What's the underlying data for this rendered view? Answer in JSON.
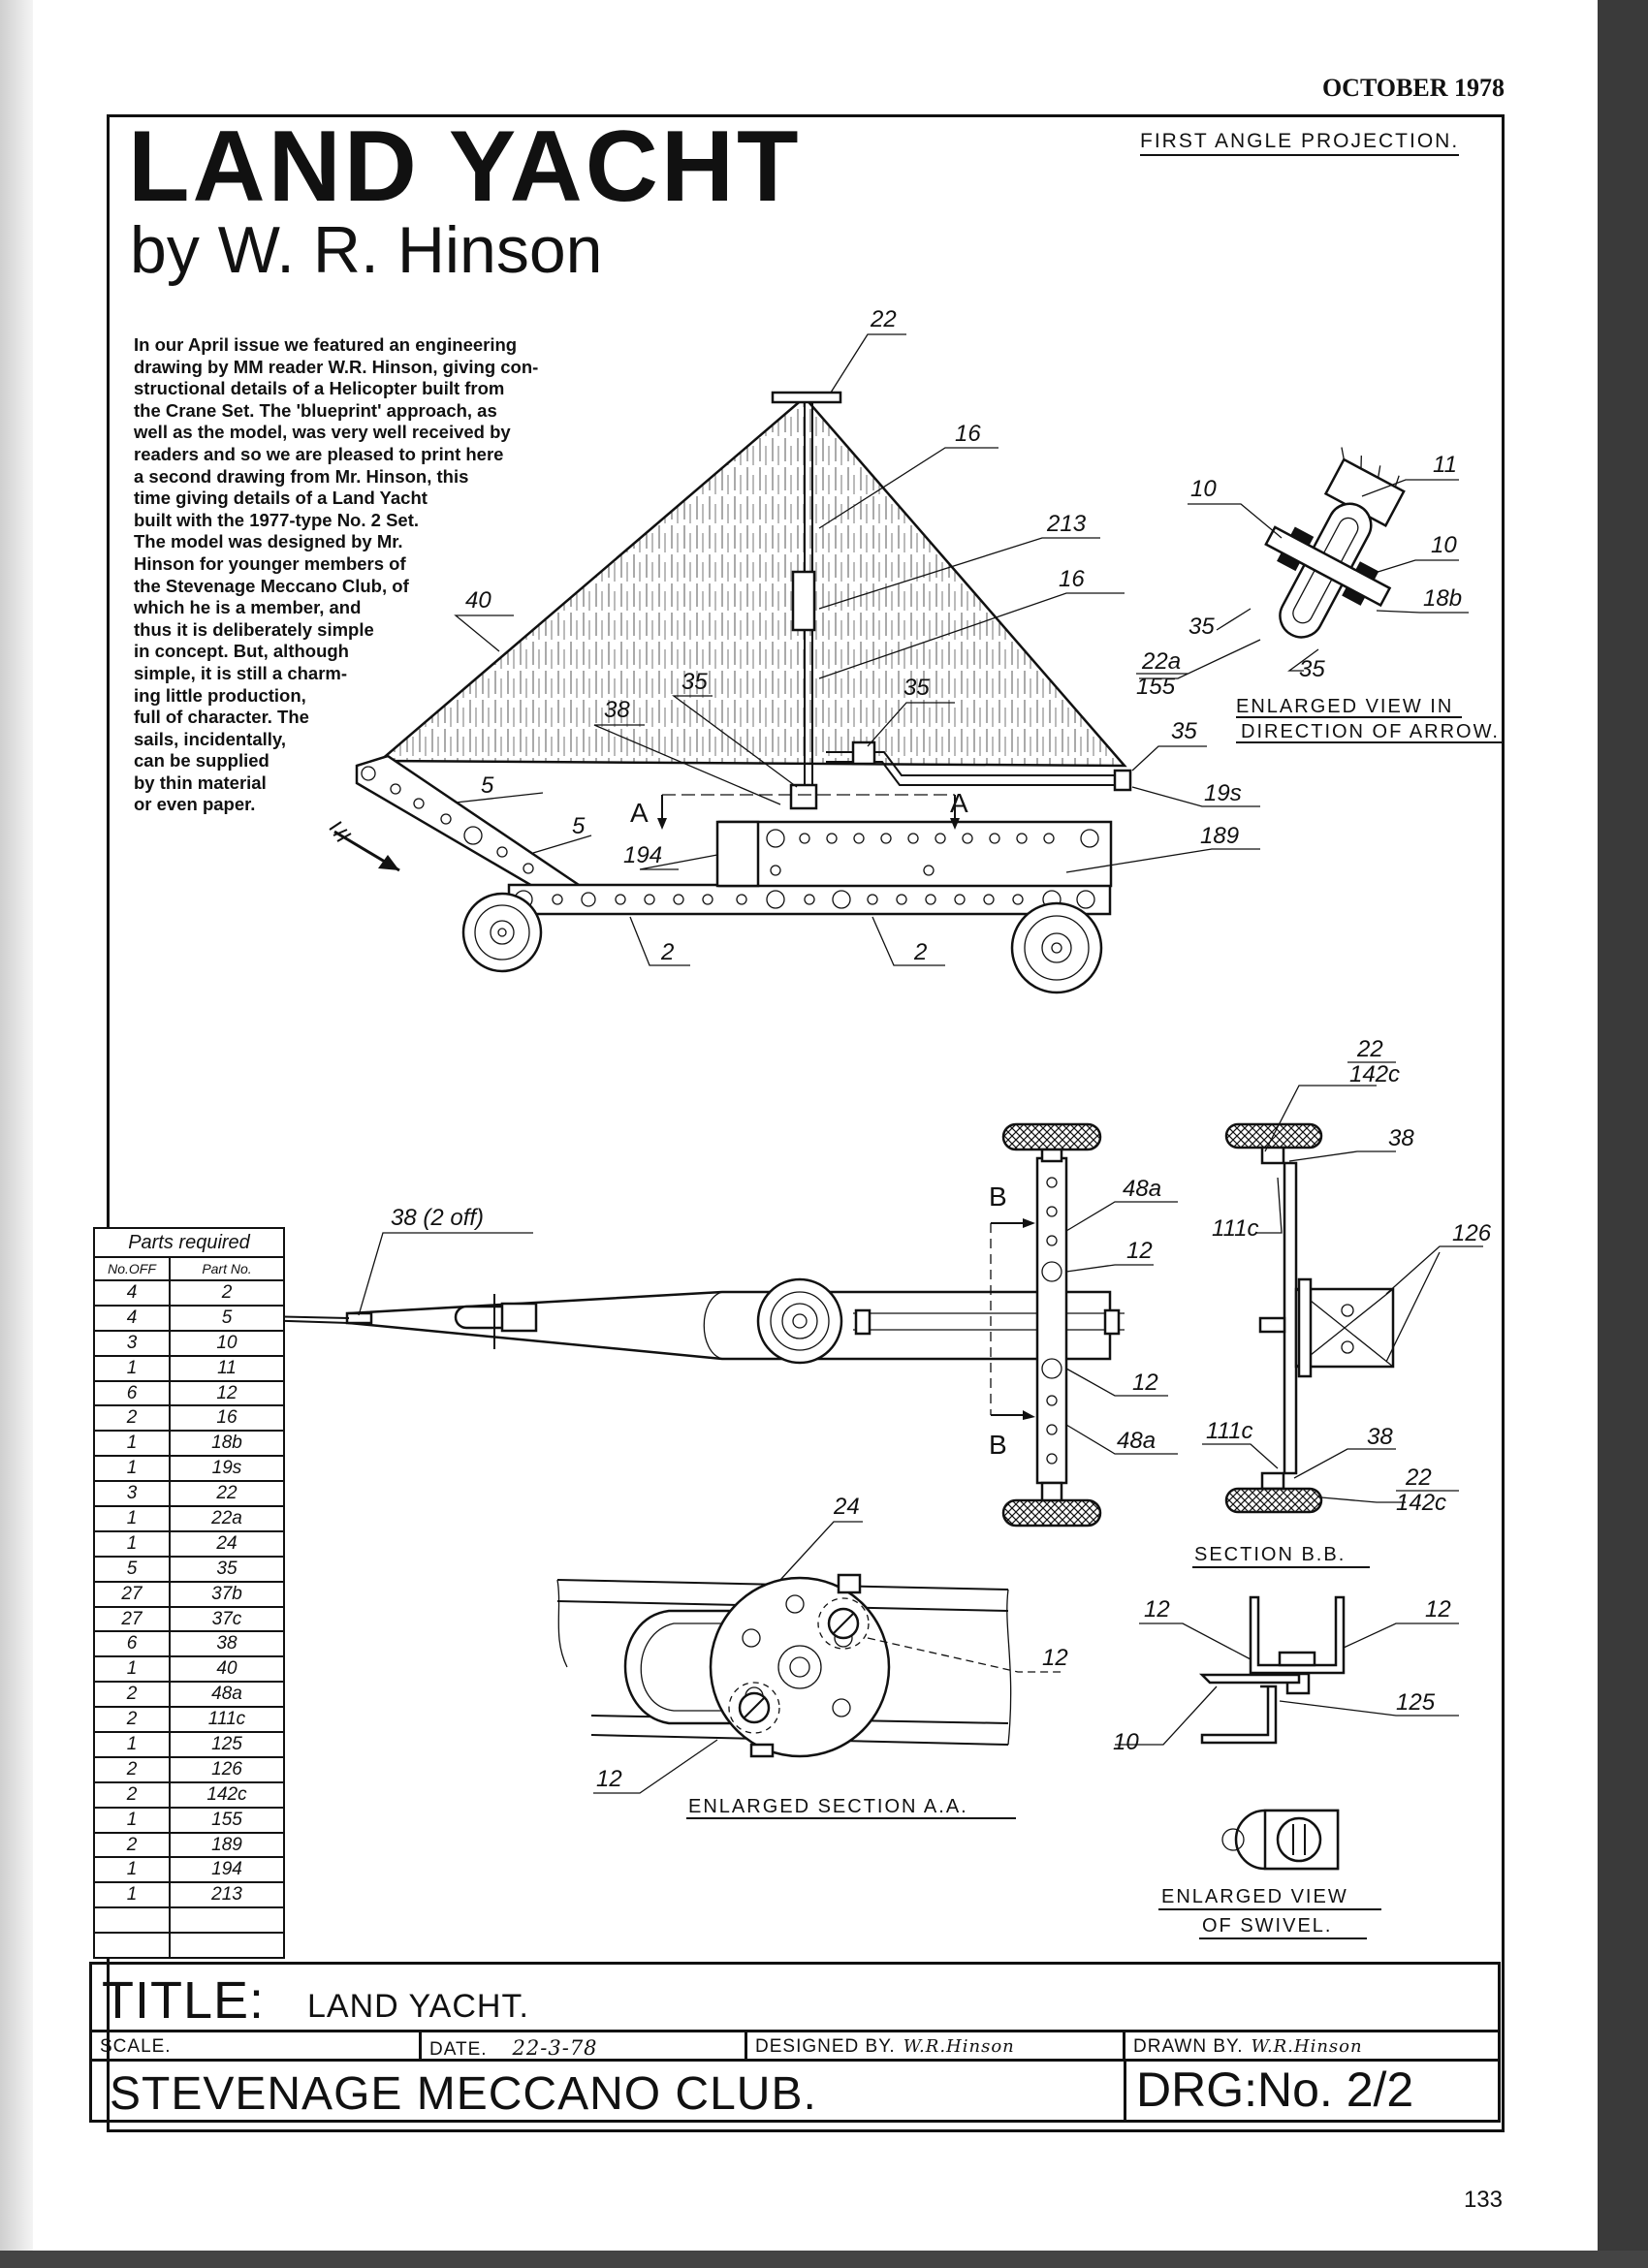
{
  "header": {
    "issue_date": "OCTOBER 1978",
    "title": "LAND YACHT",
    "byline": "by  W. R. Hinson",
    "projection": "FIRST ANGLE PROJECTION."
  },
  "intro_lines": [
    "In our April issue we featured an engineering",
    "drawing by MM reader W.R. Hinson, giving con-",
    "structional details of a Helicopter built from",
    "the Crane Set.  The 'blueprint' approach, as",
    "well as the model, was very well received by",
    "readers and so we are pleased to print here",
    "a second drawing from Mr. Hinson, this",
    "time giving details of a Land Yacht",
    "built with the 1977-type No. 2 Set.",
    "The model was designed by Mr.",
    "Hinson for younger members of",
    "the Stevenage Meccano Club, of",
    "which he is a member,  and",
    "thus it is deliberately simple",
    "in concept.  But, although",
    "simple, it is still a charm-",
    "ing  little  production,",
    "full of character. The",
    "sails,     incidentally,",
    "can   be   supplied",
    "by thin material",
    "or  even  paper."
  ],
  "side_view_labels": {
    "p22": "22",
    "p16a": "16",
    "p213": "213",
    "p16b": "16",
    "p40": "40",
    "p35a": "35",
    "p35b": "35",
    "p38": "38",
    "p35c": "35",
    "p19s": "19s",
    "p189": "189",
    "p194": "194",
    "p5a": "5",
    "p5b": "5",
    "p2a": "2",
    "p2b": "2",
    "sectionA1": "A",
    "sectionA2": "A"
  },
  "enlarged_arrow_view": {
    "p10a": "10",
    "p11": "11",
    "p10b": "10",
    "p18b": "18b",
    "p35a": "35",
    "p35b": "35",
    "p22a": "22a",
    "p155": "155",
    "caption1": "ENLARGED VIEW  IN",
    "caption2": "DIRECTION OF ARROW."
  },
  "plan_view_labels": {
    "p38": "38 (2 off)",
    "p48a1": "48a",
    "p12a": "12",
    "p12b": "12",
    "p48a2": "48a",
    "b1": "B",
    "b2": "B"
  },
  "section_bb": {
    "p22": "22",
    "p142c": "142c",
    "p38a": "38",
    "p111c1": "111c",
    "p126": "126",
    "p111c2": "111c",
    "p38b": "38",
    "p22b": "22",
    "p142c2": "142c",
    "caption": "SECTION B.B."
  },
  "section_aa": {
    "p24": "24",
    "p12a": "12",
    "p12b": "12",
    "caption": "ENLARGED  SECTION  A.A."
  },
  "bracket_view": {
    "p12a": "12",
    "p12b": "12",
    "p125": "125",
    "p10": "10"
  },
  "swivel_view": {
    "caption1": "ENLARGED VIEW",
    "caption2": "OF  SWIVEL."
  },
  "parts_table": {
    "header": "Parts required",
    "col_qty": "No.OFF",
    "col_part": "Part No.",
    "rows": [
      [
        "4",
        "2"
      ],
      [
        "4",
        "5"
      ],
      [
        "3",
        "10"
      ],
      [
        "1",
        "11"
      ],
      [
        "6",
        "12"
      ],
      [
        "2",
        "16"
      ],
      [
        "1",
        "18b"
      ],
      [
        "1",
        "19s"
      ],
      [
        "3",
        "22"
      ],
      [
        "1",
        "22a"
      ],
      [
        "1",
        "24"
      ],
      [
        "5",
        "35"
      ],
      [
        "27",
        "37b"
      ],
      [
        "27",
        "37c"
      ],
      [
        "6",
        "38"
      ],
      [
        "1",
        "40"
      ],
      [
        "2",
        "48a"
      ],
      [
        "2",
        "111c"
      ],
      [
        "1",
        "125"
      ],
      [
        "2",
        "126"
      ],
      [
        "2",
        "142c"
      ],
      [
        "1",
        "155"
      ],
      [
        "2",
        "189"
      ],
      [
        "1",
        "194"
      ],
      [
        "1",
        "213"
      ],
      [
        "",
        ""
      ],
      [
        "",
        ""
      ]
    ]
  },
  "title_block": {
    "title_label": "TITLE:",
    "title_value": "LAND YACHT.",
    "scale_label": "SCALE.",
    "date_label": "DATE.",
    "date_value": "22-3-78",
    "designed_label": "DESIGNED BY.",
    "designed_sig": "W.R.Hinson",
    "drawn_label": "DRAWN BY.",
    "drawn_sig": "W.R.Hinson",
    "club": "STEVENAGE  MECCANO  CLUB.",
    "drg": "DRG:No. 2/2"
  },
  "page_number": "133"
}
